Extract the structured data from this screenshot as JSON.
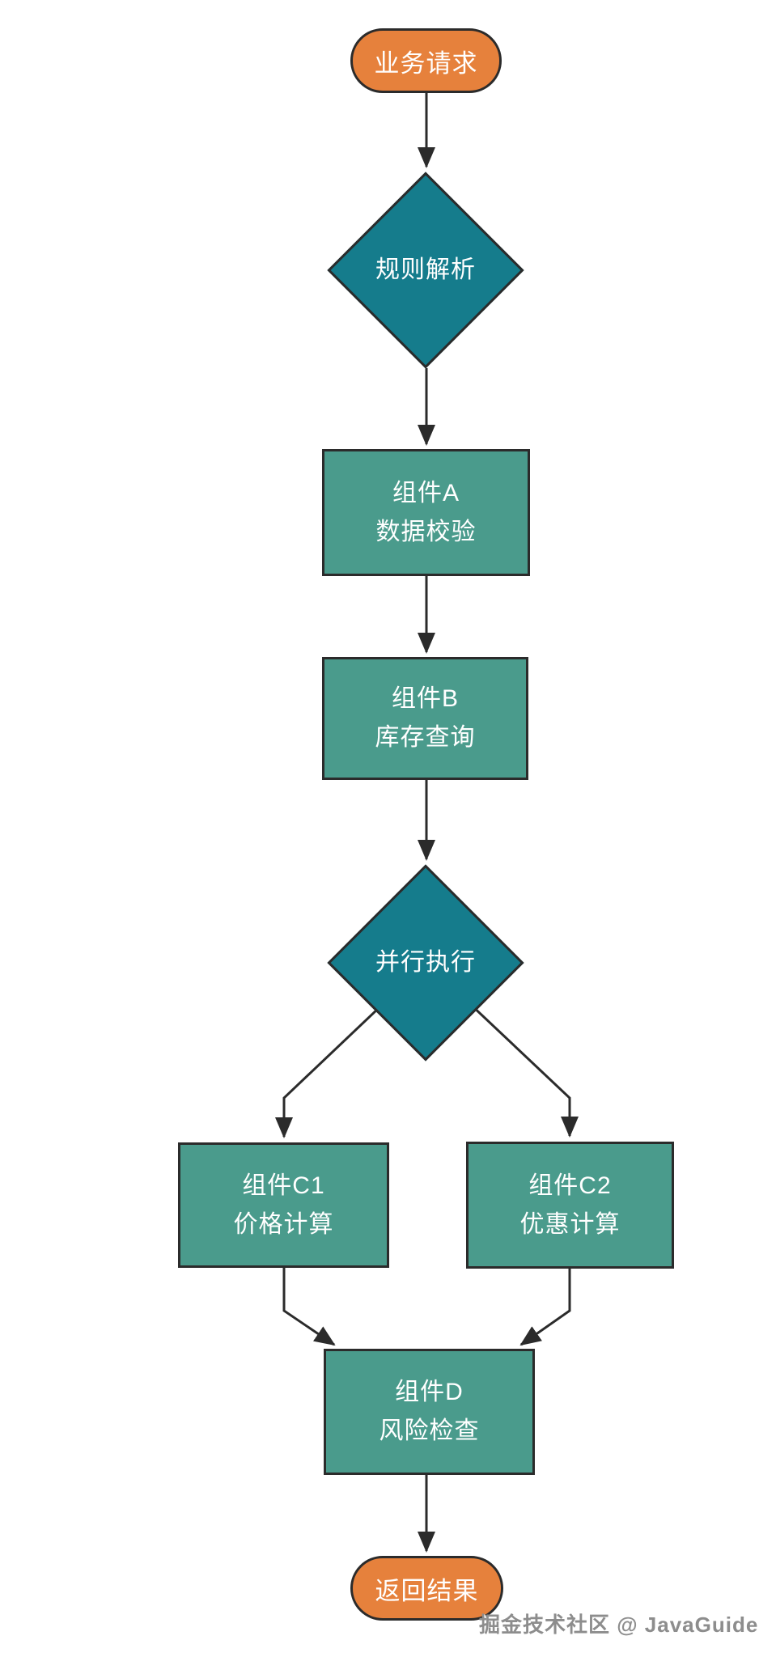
{
  "diagram": {
    "type": "flowchart",
    "direction": "top-down",
    "edges": [
      {
        "from": "start",
        "to": "rule"
      },
      {
        "from": "rule",
        "to": "comp_a"
      },
      {
        "from": "comp_a",
        "to": "comp_b"
      },
      {
        "from": "comp_b",
        "to": "parallel"
      },
      {
        "from": "parallel",
        "to": "comp_c1"
      },
      {
        "from": "parallel",
        "to": "comp_c2"
      },
      {
        "from": "comp_c1",
        "to": "comp_d"
      },
      {
        "from": "comp_c2",
        "to": "comp_d"
      },
      {
        "from": "comp_d",
        "to": "end"
      }
    ]
  },
  "nodes": {
    "start": {
      "shape": "terminal",
      "label": "业务请求"
    },
    "rule": {
      "shape": "decision",
      "label": "规则解析"
    },
    "comp_a": {
      "shape": "process",
      "line1": "组件A",
      "line2": "数据校验"
    },
    "comp_b": {
      "shape": "process",
      "line1": "组件B",
      "line2": "库存查询"
    },
    "parallel": {
      "shape": "decision",
      "label": "并行执行"
    },
    "comp_c1": {
      "shape": "process",
      "line1": "组件C1",
      "line2": "价格计算"
    },
    "comp_c2": {
      "shape": "process",
      "line1": "组件C2",
      "line2": "优惠计算"
    },
    "comp_d": {
      "shape": "process",
      "line1": "组件D",
      "line2": "风险检查"
    },
    "end": {
      "shape": "terminal",
      "label": "返回结果"
    }
  },
  "watermark": "掘金技术社区 @ JavaGuide",
  "colors": {
    "terminal_fill": "#e6813c",
    "process_fill": "#4a9b8c",
    "decision_fill": "#157c8c",
    "stroke": "#2b2b2b",
    "node_text": "#ffffff",
    "watermark_text": "#8d8d8d",
    "background": "#ffffff"
  }
}
